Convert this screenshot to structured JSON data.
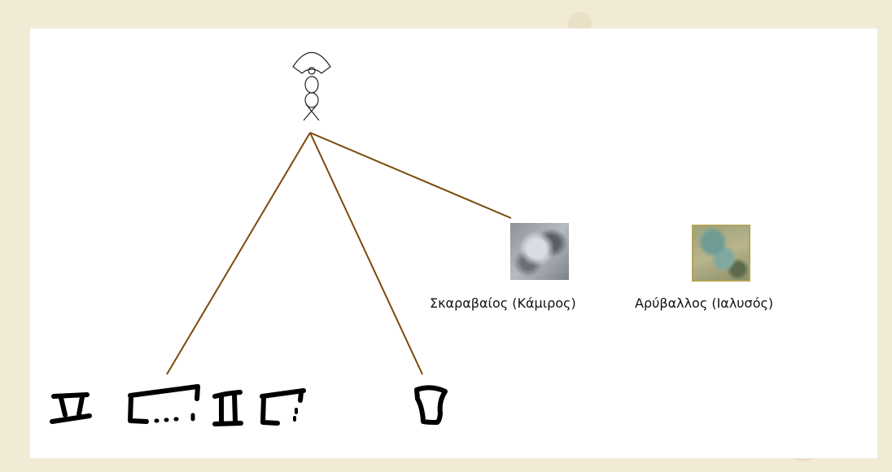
{
  "nodes": {
    "scarab": {
      "caption": "Σκαραβαίος (Κάμιρος)",
      "icon": "scarab-photo"
    },
    "aryballos": {
      "caption": "Αρύβαλλος (Ιαλυσός)",
      "icon": "aryballos-photo"
    }
  },
  "colors": {
    "connector": "#7a4a0a",
    "background": "#f1ebd6",
    "panel": "#ffffff"
  }
}
